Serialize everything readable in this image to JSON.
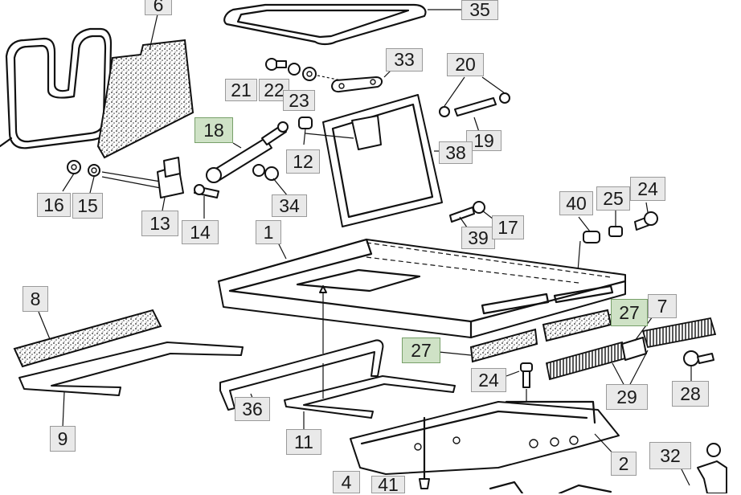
{
  "callouts": {
    "c6": "6",
    "c35": "35",
    "c33": "33",
    "c20": "20",
    "c21": "21",
    "c22": "22",
    "c23": "23",
    "c18": "18",
    "c12": "12",
    "c19": "19",
    "c38": "38",
    "c16": "16",
    "c15": "15",
    "c13": "13",
    "c14": "14",
    "c34": "34",
    "c40": "40",
    "c25": "25",
    "c24a": "24",
    "c1": "1",
    "c39": "39",
    "c17": "17",
    "c8": "8",
    "c27a": "27",
    "c7": "7",
    "c27b": "27",
    "c24b": "24",
    "c29": "29",
    "c28": "28",
    "c36": "36",
    "c9": "9",
    "c11": "11",
    "c2": "2",
    "c32": "32",
    "c4": "4",
    "c41": "41"
  },
  "colors": {
    "highlight": "#cfe2c6",
    "callout": "#e9e9e9",
    "ink": "#111111"
  }
}
